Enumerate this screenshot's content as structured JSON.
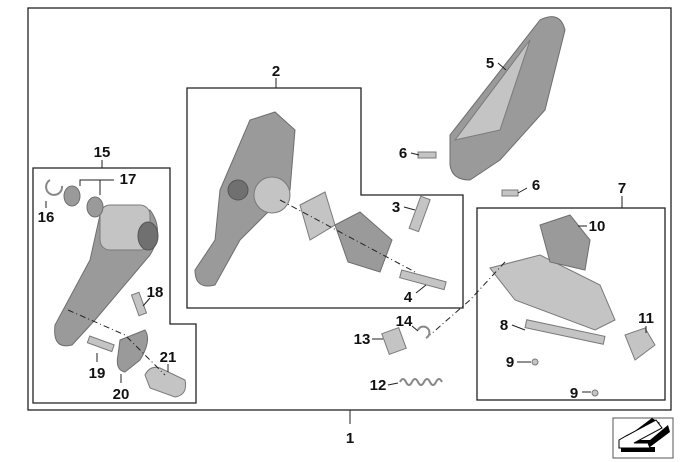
{
  "diagram": {
    "title": "Footrest / shift lever parts diagram",
    "callouts": {
      "c1": "1",
      "c2": "2",
      "c3": "3",
      "c4": "4",
      "c5": "5",
      "c6a": "6",
      "c6b": "6",
      "c7": "7",
      "c8": "8",
      "c9a": "9",
      "c9b": "9",
      "c10": "10",
      "c11": "11",
      "c12": "12",
      "c13": "13",
      "c14": "14",
      "c15": "15",
      "c16": "16",
      "c17": "17",
      "c18": "18",
      "c19": "19",
      "c20": "20",
      "c21": "21"
    },
    "icons": {
      "nav": "arrow-down-left-icon"
    }
  }
}
